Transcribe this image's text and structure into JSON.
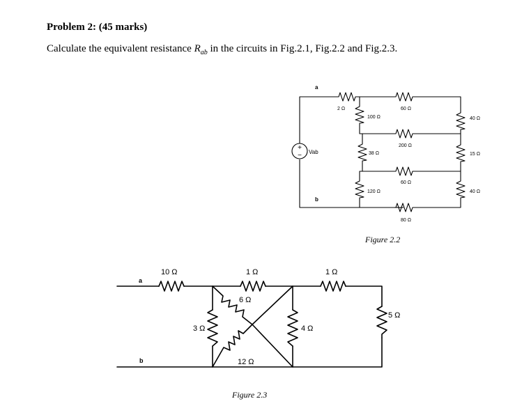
{
  "problem": {
    "title": "Problem 2: (45 marks)",
    "statement_before": "Calculate the equivalent resistance ",
    "symbol_main": "R",
    "symbol_sub": "ab",
    "statement_after": " in the circuits in Fig.2.1, Fig.2.2 and Fig.2.3."
  },
  "figure_2_2": {
    "caption": "Figure 2.2",
    "node_a": "a",
    "node_b": "b",
    "source_label": "Vab",
    "source_plus": "+",
    "source_minus": "−",
    "r_series_top": "2 Ω",
    "r_100": "100 Ω",
    "r_38": "38 Ω",
    "r_120": "120 Ω",
    "r_60_top": "60 Ω",
    "r_200": "200 Ω",
    "r_60_mid": "60 Ω",
    "r_80": "80 Ω",
    "r_40_top": "40 Ω",
    "r_15": "15 Ω",
    "r_40_bottom": "40 Ω"
  },
  "figure_2_3": {
    "caption": "Figure 2.3",
    "node_a": "a",
    "node_b": "b",
    "r_10": "10 Ω",
    "r_1_left": "1 Ω",
    "r_1_right": "1 Ω",
    "r_6": "6 Ω",
    "r_3": "3 Ω",
    "r_4": "4 Ω",
    "r_12": "12 Ω",
    "r_5": "5 Ω"
  }
}
